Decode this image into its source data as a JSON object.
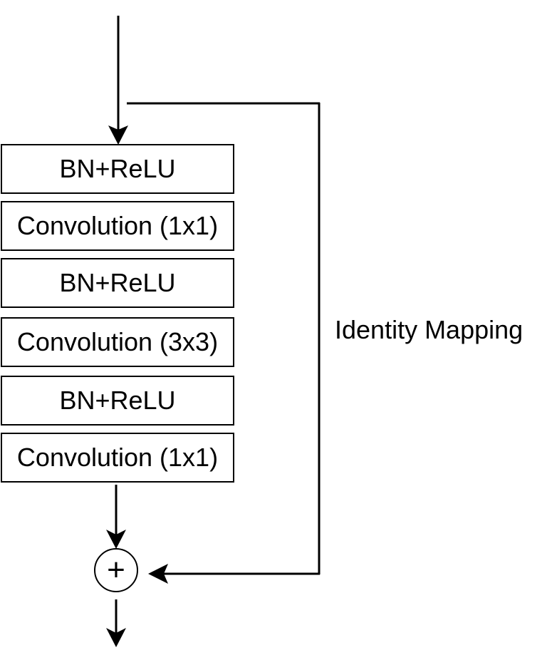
{
  "blocks": [
    {
      "label": "BN+ReLU"
    },
    {
      "label": "Convolution (1x1)"
    },
    {
      "label": "BN+ReLU"
    },
    {
      "label": "Convolution (3x3)"
    },
    {
      "label": "BN+ReLU"
    },
    {
      "label": "Convolution (1x1)"
    }
  ],
  "skip": {
    "label": "Identity Mapping"
  },
  "add_node": {
    "symbol": "+"
  },
  "colors": {
    "stroke": "#000000",
    "background": "#ffffff"
  }
}
